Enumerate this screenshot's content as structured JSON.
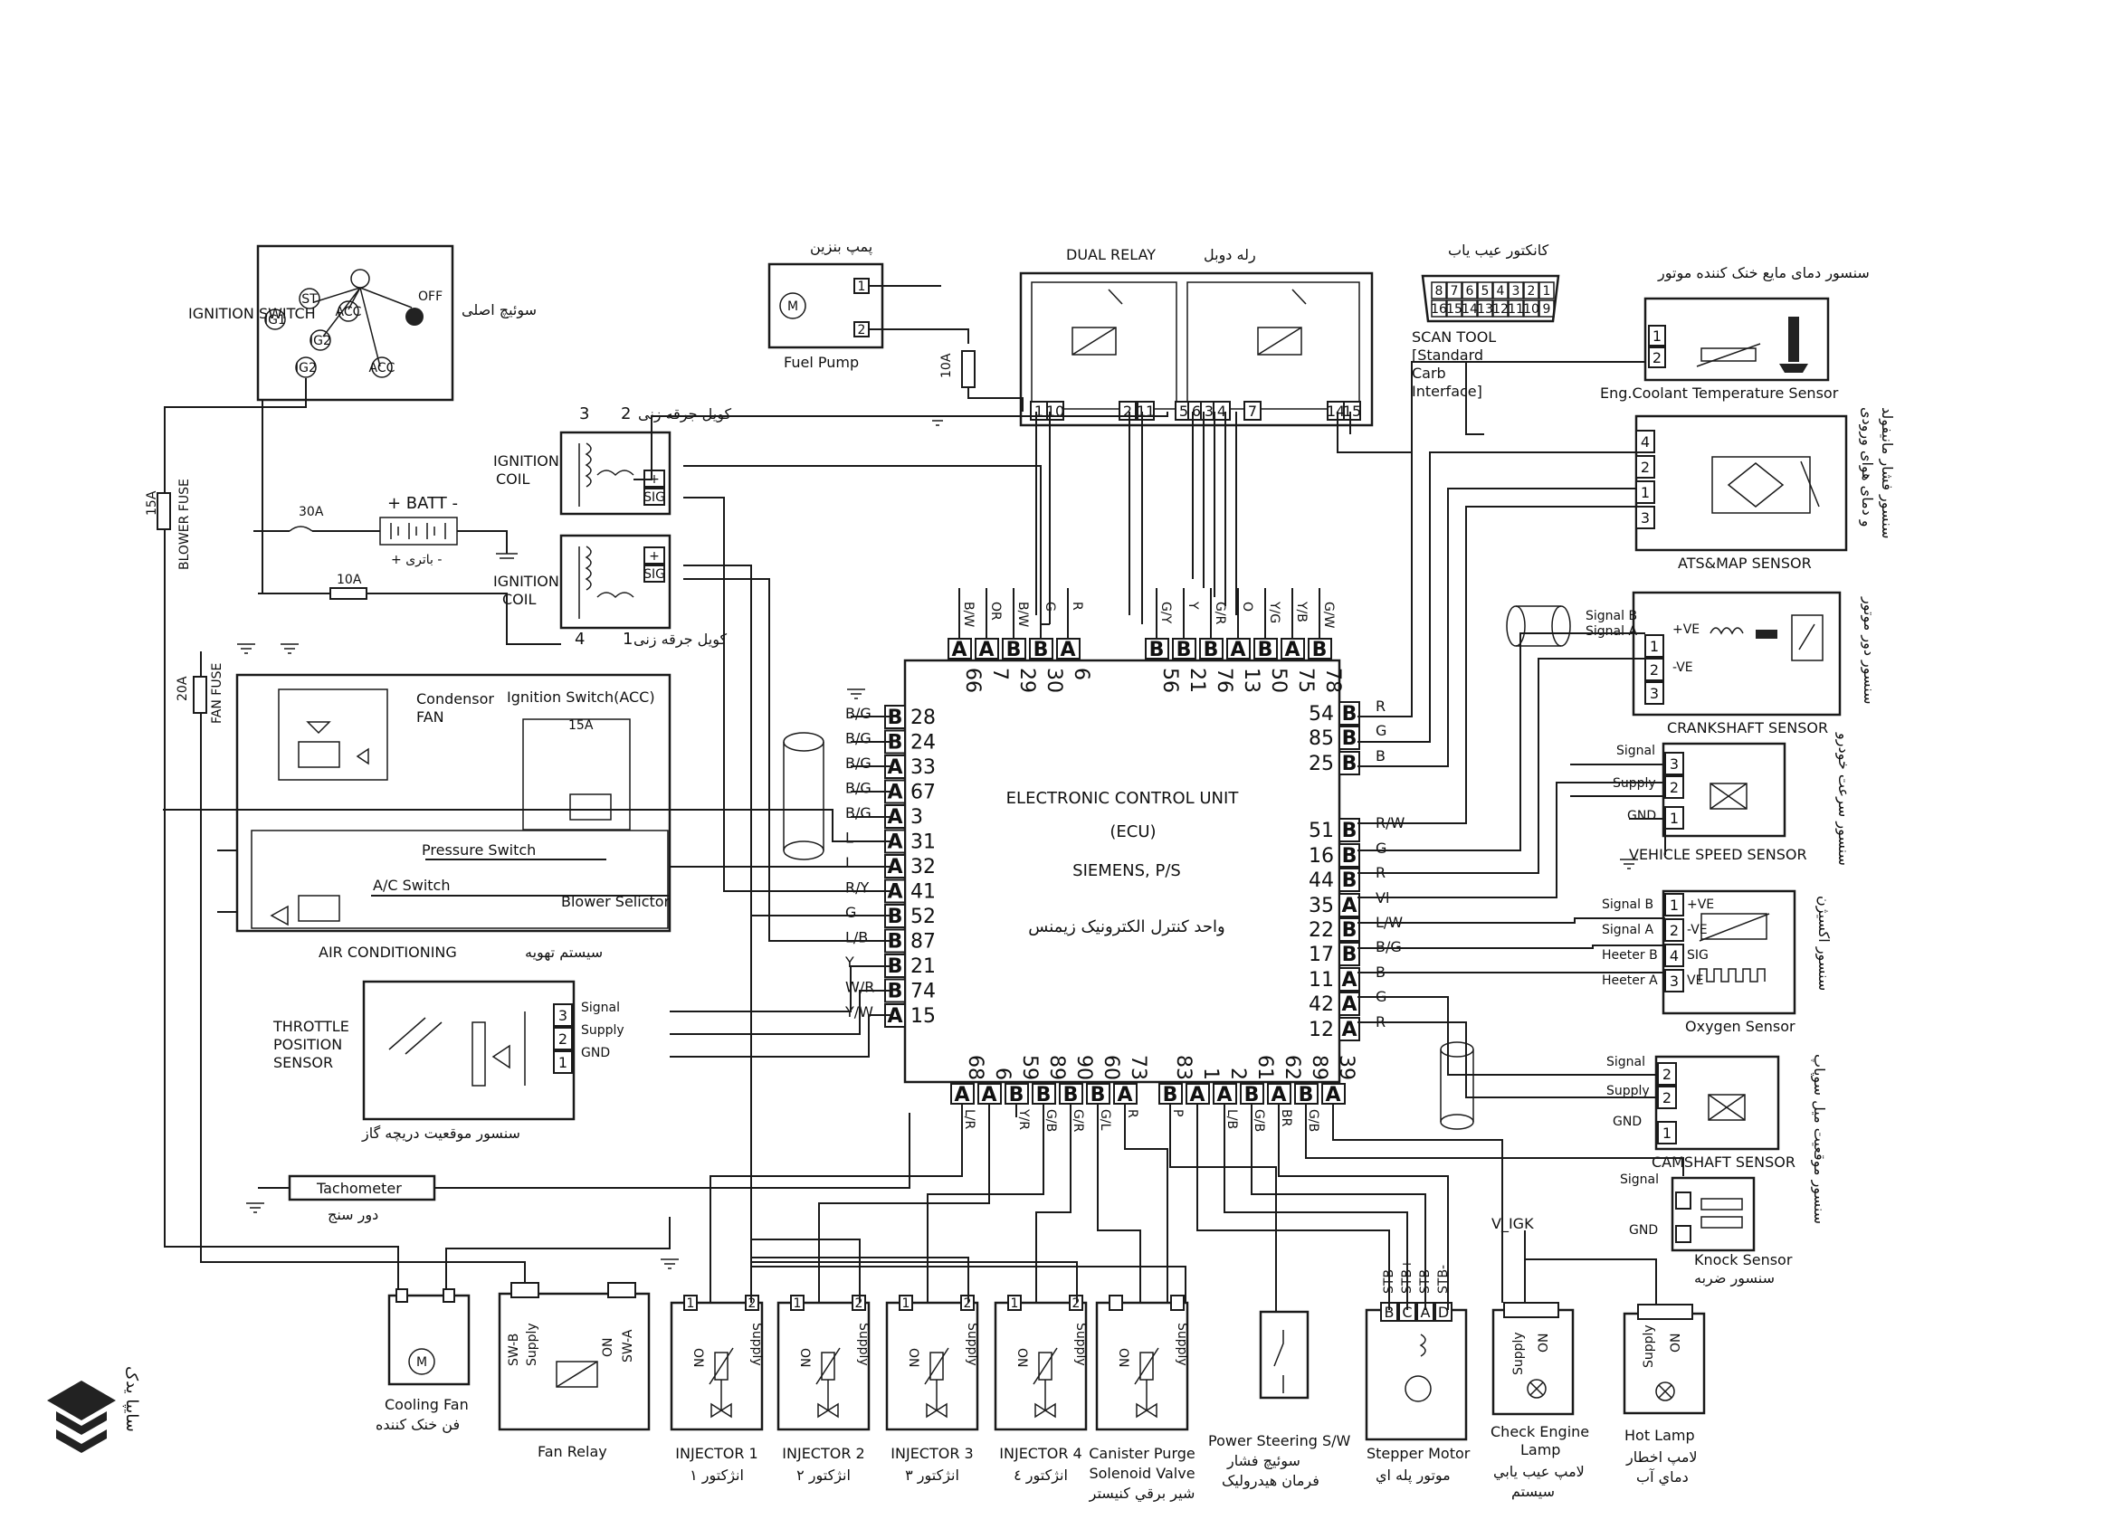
{
  "ecu": {
    "title": "ELECTRONIC CONTROL UNIT",
    "subtitle": "(ECU)",
    "maker": "SIEMENS, P/S",
    "fa": "واحد کنترل الکترونیک زیمنس",
    "left_pins": [
      {
        "type": "B",
        "num": "28",
        "color": "B/G"
      },
      {
        "type": "B",
        "num": "24",
        "color": "B/G"
      },
      {
        "type": "A",
        "num": "33",
        "color": "B/G"
      },
      {
        "type": "A",
        "num": "67",
        "color": "B/G"
      },
      {
        "type": "A",
        "num": "3",
        "color": "B/G"
      },
      {
        "type": "A",
        "num": "31",
        "color": "L"
      },
      {
        "type": "A",
        "num": "32",
        "color": "L"
      },
      {
        "type": "A",
        "num": "41",
        "color": "R/Y"
      },
      {
        "type": "B",
        "num": "52",
        "color": "G"
      },
      {
        "type": "B",
        "num": "87",
        "color": "L/B"
      },
      {
        "type": "B",
        "num": "21",
        "color": "Y"
      },
      {
        "type": "B",
        "num": "74",
        "color": "W/R"
      },
      {
        "type": "A",
        "num": "15",
        "color": "Y/W"
      }
    ],
    "right_pins": [
      {
        "type": "B",
        "num": "54",
        "color": "R"
      },
      {
        "type": "B",
        "num": "85",
        "color": "G"
      },
      {
        "type": "B",
        "num": "25",
        "color": "B"
      },
      {
        "type": "B",
        "num": "51",
        "color": "R/W"
      },
      {
        "type": "B",
        "num": "16",
        "color": "G"
      },
      {
        "type": "B",
        "num": "44",
        "color": "R"
      },
      {
        "type": "A",
        "num": "35",
        "color": "Vl"
      },
      {
        "type": "B",
        "num": "22",
        "color": "L/W"
      },
      {
        "type": "B",
        "num": "17",
        "color": "B/G"
      },
      {
        "type": "A",
        "num": "11",
        "color": "B"
      },
      {
        "type": "A",
        "num": "42",
        "color": "G"
      },
      {
        "type": "A",
        "num": "12",
        "color": "R"
      }
    ],
    "top_pins": [
      {
        "type": "A",
        "num": "66",
        "color": "B/W"
      },
      {
        "type": "A",
        "num": "7",
        "color": "OR"
      },
      {
        "type": "B",
        "num": "29",
        "color": "B/W"
      },
      {
        "type": "B",
        "num": "30",
        "color": "G"
      },
      {
        "type": "A",
        "num": "6",
        "color": "R"
      },
      {
        "type": "B",
        "num": "56",
        "color": "G/Y"
      },
      {
        "type": "B",
        "num": "21",
        "color": "Y"
      },
      {
        "type": "B",
        "num": "76",
        "color": "G/R"
      },
      {
        "type": "A",
        "num": "13",
        "color": "O"
      },
      {
        "type": "B",
        "num": "50",
        "color": "Y/G"
      },
      {
        "type": "A",
        "num": "75",
        "color": "Y/B"
      },
      {
        "type": "B",
        "num": "78",
        "color": "G/W"
      }
    ],
    "bottom_pins": [
      {
        "type": "A",
        "num": "68",
        "color": "L/R"
      },
      {
        "type": "A",
        "num": "6",
        "color": ""
      },
      {
        "type": "B",
        "num": "59",
        "color": "Y/R"
      },
      {
        "type": "B",
        "num": "89",
        "color": "G/B"
      },
      {
        "type": "B",
        "num": "90",
        "color": "G/R"
      },
      {
        "type": "B",
        "num": "60",
        "color": "G/L"
      },
      {
        "type": "A",
        "num": "73",
        "color": "R"
      },
      {
        "type": "B",
        "num": "83",
        "color": "P"
      },
      {
        "type": "A",
        "num": "1",
        "color": ""
      },
      {
        "type": "A",
        "num": "2",
        "color": "L/B"
      },
      {
        "type": "B",
        "num": "61",
        "color": "G/B"
      },
      {
        "type": "A",
        "num": "62",
        "color": "BR"
      },
      {
        "type": "B",
        "num": "89",
        "color": "G/B"
      },
      {
        "type": "A",
        "num": "39",
        "color": ""
      }
    ]
  },
  "ignition_switch": {
    "title": "IGNITION SWITCH",
    "fa": "سوئیچ اصلی",
    "positions": [
      "ST",
      "IG1",
      "ACC",
      "IG2",
      "OFF",
      "ACC",
      "IG2"
    ]
  },
  "fuel_pump": {
    "title": "Fuel Pump",
    "fa": "پمپ بنزین",
    "pin1": "1",
    "pin2": "2",
    "fuse": "10A"
  },
  "dual_relay": {
    "title": "DUAL RELAY",
    "fa": "رله دوبل",
    "pins": [
      "1",
      "10",
      "2",
      "11",
      "5",
      "6",
      "3",
      "4",
      "7",
      "14",
      "15"
    ]
  },
  "scan_tool": {
    "fa": "کانکتور عیب یاب",
    "title": "SCAN TOOL",
    "sub": [
      "[Standard",
      "Carb",
      "Interface]"
    ],
    "row1": [
      "8",
      "7",
      "6",
      "5",
      "4",
      "3",
      "2",
      "1"
    ],
    "row2": [
      "16",
      "15",
      "14",
      "13",
      "12",
      "11",
      "10",
      "9"
    ]
  },
  "coolant": {
    "fa": "سنسور دمای مایع خنک کننده موتور",
    "title": "Eng.Coolant Temperature Sensor",
    "pins": [
      "1",
      "2"
    ]
  },
  "ats_map": {
    "title": "ATS&MAP SENSOR",
    "fa1": "سنسور فشار مانیفولد",
    "fa2": "و دمای هوای ورودی",
    "pins": [
      "4",
      "2",
      "1",
      "3"
    ]
  },
  "crank": {
    "title": "CRANKSHAFT SENSOR",
    "fa": "سنسور دور موتور",
    "sigB": "Signal B",
    "sigA": "Signal A",
    "pins": [
      "1",
      "2",
      "3"
    ],
    "pve": "+VE",
    "nve": "-VE"
  },
  "vss": {
    "title": "VEHICLE SPEED SENSOR",
    "fa": "سنسور سرعت خودرو",
    "signal": "Signal",
    "supply": "Supply",
    "gnd": "GND",
    "pins": [
      "3",
      "2",
      "1"
    ]
  },
  "oxygen": {
    "title": "Oxygen Sensor",
    "fa": "سنسور اکسیژن",
    "labels": [
      "Signal B",
      "Signal A",
      "Heeter B",
      "Heeter A"
    ],
    "pins": [
      "1",
      "2",
      "4",
      "3"
    ],
    "inner": [
      "+VE",
      "-VE",
      "SIG",
      "VE"
    ]
  },
  "cam": {
    "title": "CAMSHAFT SENSOR",
    "fa": "سنسور موقعیت میل سوپاپ",
    "signal": "Signal",
    "supply": "Supply",
    "gnd": "GND",
    "pins": [
      "2",
      "2",
      "1"
    ]
  },
  "knock": {
    "title": "Knock Sensor",
    "fa": "سنسور ضربه",
    "signal": "Signal",
    "gnd": "GND"
  },
  "ign_coil_1": {
    "title1": "IGNITION",
    "title2": "COIL",
    "fa": "کویل جرقه زنی",
    "n3": "3",
    "n2": "2",
    "sig": "SIG",
    "plus": "+"
  },
  "ign_coil_2": {
    "title1": "IGNITION",
    "title2": "COIL",
    "fa": "کویل جرقه زنی",
    "n4": "4",
    "n1": "1",
    "sig": "SIG",
    "plus": "+"
  },
  "battery": {
    "title": "+ BATT -",
    "fa": "+ باتری -",
    "fuse30": "30A",
    "fuse10": "10A"
  },
  "blower_fuse": {
    "label1": "15A",
    "label2": "BLOWER FUSE"
  },
  "fan_fuse": {
    "label1": "20A",
    "label2": "FAN FUSE"
  },
  "aircon": {
    "condensor": "Condensor",
    "fan": "FAN",
    "ign_acc": "Ignition Switch(ACC)",
    "fuse15": "15A",
    "pressure": "Pressure Switch",
    "ac_switch": "A/C Switch",
    "blower": "Blower Selictor",
    "title": "AIR CONDITIONING",
    "fa": "سیستم تهویه"
  },
  "throttle": {
    "title1": "THROTTLE",
    "title2": "POSITION",
    "title3": "SENSOR",
    "fa": "سنسور موقعیت دریچه گاز",
    "signal": "Signal",
    "supply": "Supply",
    "gnd": "GND",
    "pins": [
      "3",
      "2",
      "1"
    ]
  },
  "tacho": {
    "title": "Tachometer",
    "fa": "دور سنج"
  },
  "v_igk": "V_IGK",
  "bottom_components": [
    {
      "title": "Cooling Fan",
      "fa": "فن خنک کننده"
    },
    {
      "title": "Fan Relay",
      "fa": "",
      "sw_b": "SW-B",
      "supply": "Supply",
      "on": "ON",
      "sw_a": "SW-A"
    },
    {
      "title": "INJECTOR 1",
      "fa": "انژکتور ۱"
    },
    {
      "title": "INJECTOR 2",
      "fa": "انژکتور ۲"
    },
    {
      "title": "INJECTOR 3",
      "fa": "انژکتور ۳"
    },
    {
      "title": "INJECTOR 4",
      "fa": "انژکتور ٤"
    },
    {
      "title": "Canister Purge",
      "title2": "Solenoid Valve",
      "fa": "شیر برقي كنيستر"
    },
    {
      "title": "Power Steering S/W",
      "fa": "سوئیچ فشار",
      "fa2": "فرمان هیدرولیک"
    },
    {
      "title": "Stepper Motor",
      "fa": "موتور پله اي",
      "pins": [
        "B",
        "C",
        "A",
        "D"
      ],
      "stb": [
        "STB-",
        "STB+",
        "STB-",
        "STB-"
      ]
    },
    {
      "title": "Check Engine",
      "title2": "Lamp",
      "fa": "لامپ عیب یابي",
      "fa2": "سیستم"
    },
    {
      "title": "Hot Lamp",
      "fa": "لامپ اخطار",
      "fa2": "دماي آب"
    }
  ],
  "injector_labels": {
    "on": "ON",
    "supply": "Supply",
    "p1": "1",
    "p2": "2"
  },
  "logo_text": "سایپا یدک"
}
